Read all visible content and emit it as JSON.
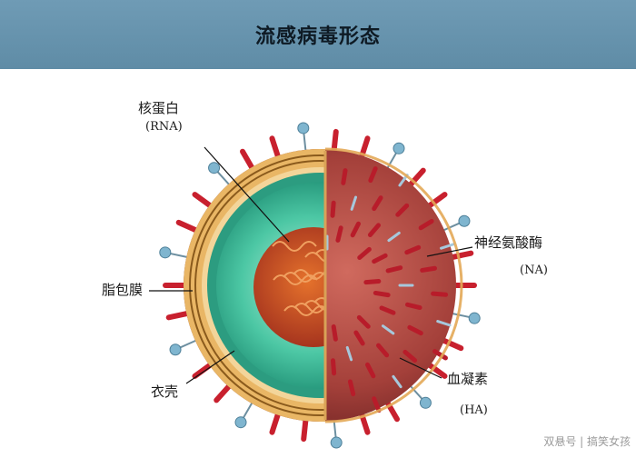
{
  "header": {
    "title": "流感病毒形态"
  },
  "labels": {
    "nucleoprotein": "核蛋白",
    "nucleoprotein_sub": "(RNA)",
    "lipid_envelope": "脂包膜",
    "capsid": "衣壳",
    "neuraminidase": "神经氨酸酶",
    "neuraminidase_sub": "(NA)",
    "hemagglutinin": "血凝素",
    "hemagglutinin_sub": "(HA)"
  },
  "watermark": "双悬号 | 搞笑女孩",
  "colors": {
    "header_bg": "#6589a1",
    "spike_ha": "#c8202e",
    "spike_na": "#7fb5cf",
    "envelope": "#e8b060",
    "capsid": "#2aa88a",
    "core": "#c94a22",
    "cut_surface": "#a33a30"
  }
}
